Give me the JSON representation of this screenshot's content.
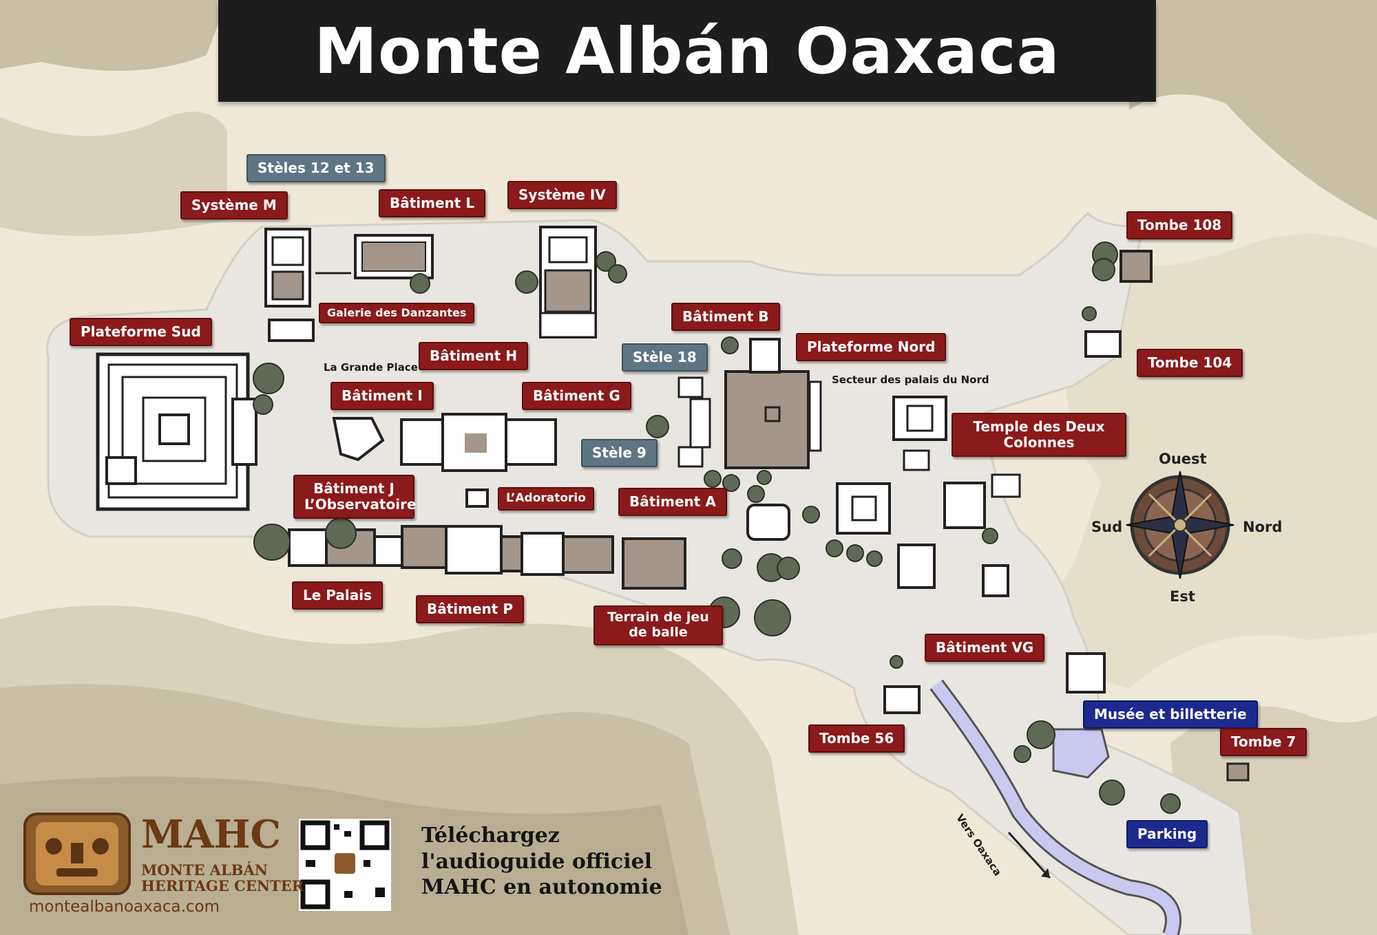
{
  "title": "Monte Albán Oaxaca",
  "labels": {
    "steles_12_13": "Stèles 12 et 13",
    "systeme_m": "Système M",
    "batiment_l": "Bâtiment L",
    "systeme_iv": "Système IV",
    "tombe_108": "Tombe 108",
    "tombe_104": "Tombe 104",
    "plateforme_sud": "Plateforme Sud",
    "galerie_danzantes": "Galerie des Danzantes",
    "grande_place": "La Grande Place",
    "batiment_h": "Bâtiment H",
    "batiment_b": "Bâtiment B",
    "plateforme_nord": "Plateforme Nord",
    "stele_18": "Stèle 18",
    "secteur_palais": "Secteur des palais du Nord",
    "batiment_i": "Bâtiment I",
    "batiment_g": "Bâtiment G",
    "temple_deux_colonnes": "Temple des Deux Colonnes",
    "stele_9": "Stèle 9",
    "batiment_j": "Bâtiment J L’Observatoire",
    "adoratorio": "L’Adoratorio",
    "batiment_a": "Bâtiment A",
    "le_palais": "Le Palais",
    "batiment_p": "Bâtiment P",
    "terrain_jeu_balle": "Terrain de jeu de balle",
    "batiment_vg": "Bâtiment VG",
    "tombe_56": "Tombe 56",
    "musee": "Musée et billetterie",
    "tombe_7": "Tombe 7",
    "parking": "Parking",
    "vers_oaxaca": "Vers Oaxaca"
  },
  "compass": {
    "north": "Nord",
    "south": "Sud",
    "east": "Est",
    "west": "Ouest"
  },
  "branding": {
    "name": "MAHC",
    "subtitle_line1": "MONTE ALBÁN",
    "subtitle_line2": "HERITAGE CENTER",
    "url": "montealbanoaxaca.com",
    "cta_line1": "Téléchargez",
    "cta_line2": "l'audioguide officiel",
    "cta_line3": "MAHC en autonomie"
  },
  "colors": {
    "label_red": "#8b1a1a",
    "label_grey": "#5f7582",
    "label_blue": "#1c2a8f",
    "terrain_dark": "#cfc5ac",
    "terrain_light": "#ebe5d5",
    "site_area": "#e9e6e1",
    "structure_brown": "#a4968a"
  }
}
